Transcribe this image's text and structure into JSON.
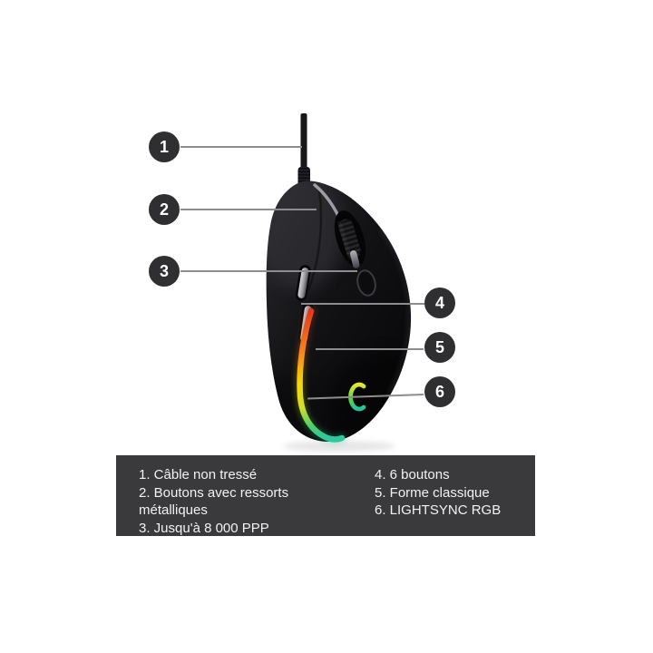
{
  "callouts": [
    {
      "number": "1",
      "label": "Câble non tressé"
    },
    {
      "number": "2",
      "label": "Boutons avec ressorts métalliques"
    },
    {
      "number": "3",
      "label": "Jusqu'à 8 000 PPP"
    },
    {
      "number": "4",
      "label": "6 boutons"
    },
    {
      "number": "5",
      "label": "Forme classique"
    },
    {
      "number": "6",
      "label": "LIGHTSYNC RGB"
    }
  ],
  "legend": {
    "left_items": [
      "1. Câble non tressé",
      "2. Boutons avec ressorts métalliques",
      "3. Jusqu'à 8 000 PPP"
    ],
    "right_items": [
      "4. 6 boutons",
      "5. Forme classique",
      "6. LIGHTSYNC RGB"
    ]
  },
  "icons": {
    "logo": "g-logo"
  },
  "colors": {
    "background": "#ffffff",
    "callout_circle": "#2f2f31",
    "callout_number": "#ffffff",
    "callout_line": "#8d8d8d",
    "legend_box": "#3a3a3c",
    "legend_text": "#f2f2f2",
    "mouse_body": "#121215",
    "side_buttons": "#9b9ba1",
    "rgb_strip": [
      "#e2391c",
      "#f6821c",
      "#f8d60b",
      "#cfe02a",
      "#2fc79b"
    ]
  }
}
